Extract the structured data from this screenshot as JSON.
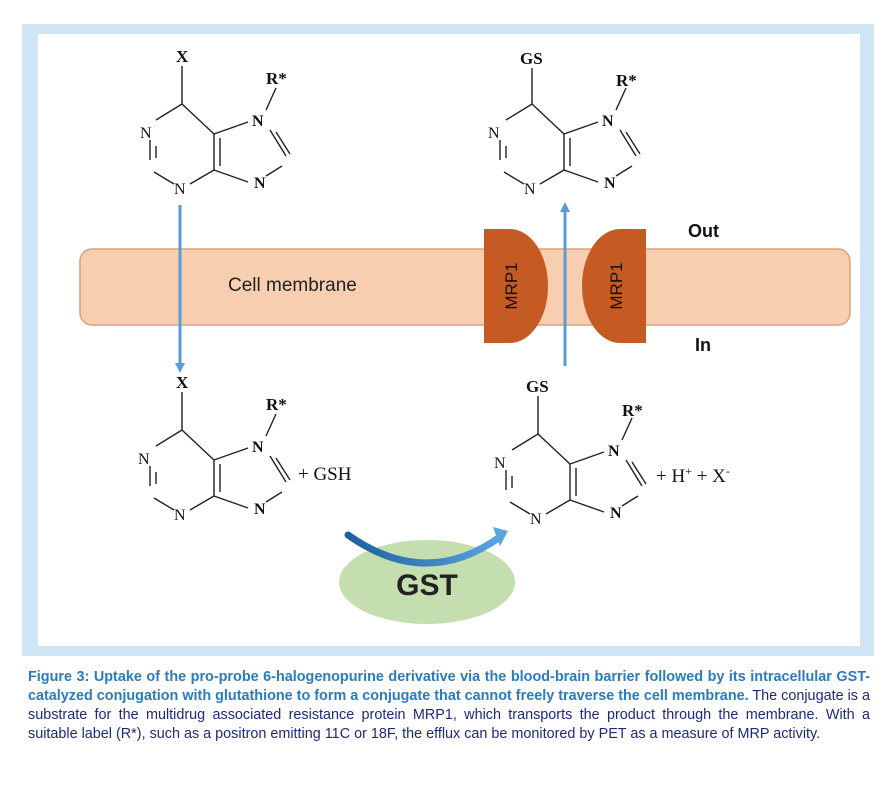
{
  "top_left": {
    "substituent": "X",
    "r_group": "R*",
    "n_labels": [
      "N",
      "N",
      "N",
      "N"
    ]
  },
  "top_right": {
    "substituent": "GS",
    "r_group": "R*",
    "n_labels": [
      "N",
      "N",
      "N",
      "N"
    ]
  },
  "bottom_left": {
    "substituent": "X",
    "r_group": "R*",
    "n_labels": [
      "N",
      "N",
      "N",
      "N"
    ],
    "reagent": "+ GSH"
  },
  "bottom_right": {
    "substituent": "GS",
    "r_group": "R*",
    "n_labels": [
      "N",
      "N",
      "N",
      "N"
    ],
    "products_prefix": "+ H",
    "products_sup1": "+",
    "products_middle": " + X",
    "products_sup2": "-"
  },
  "membrane": {
    "label": "Cell membrane",
    "transporter_left": "MRP1",
    "transporter_right": "MRP1",
    "out_label": "Out",
    "in_label": "In"
  },
  "enzyme": {
    "label": "GST"
  },
  "caption": {
    "bold": "Figure 3: Uptake of the pro-probe 6-halogenopurine derivative via the blood-brain barrier followed by its intracellular GST-catalyzed conjugation with glutathione to form a conjugate that cannot freely traverse the cell membrane.",
    "text": " The conjugate is a substrate for the multidrug associated resistance protein MRP1, which transports the product through the membrane. With a suitable label (R*), such as a positron emitting 11C or 18F, the efflux can be monitored by PET as a measure of MRP activity."
  },
  "colors": {
    "frame": "#cfe4f5",
    "membrane_fill": "#f7cfb0",
    "transporter": "#c55a23",
    "arrow": "#5b9bd5",
    "enzyme_fill": "#c5deb0",
    "caption_bold": "#2b7bbd",
    "caption_text": "#1e2a78"
  }
}
